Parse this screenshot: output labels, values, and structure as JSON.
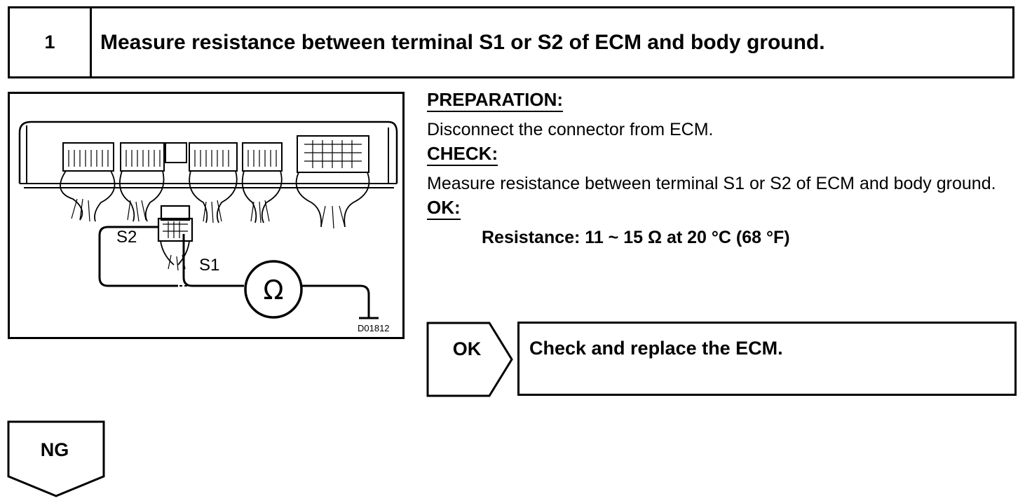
{
  "step": {
    "number": "1",
    "title": "Measure resistance between terminal S1 or S2 of ECM and body ground."
  },
  "figure": {
    "label_s2": "S2",
    "label_s1": "S1",
    "ohm_symbol": "Ω",
    "figure_code": "D01812",
    "meter_icon": "ohmmeter-icon",
    "ground_icon": "ground-symbol-icon"
  },
  "preparation": {
    "heading": "PREPARATION:",
    "text": "Disconnect the connector from ECM."
  },
  "check": {
    "heading": "CHECK:",
    "text": "Measure resistance between terminal S1 or S2 of ECM and body ground."
  },
  "ok": {
    "heading": "OK:",
    "spec": "Resistance: 11 ~ 15 Ω at 20 °C (68 °F)"
  },
  "flow": {
    "ok_label": "OK",
    "ok_action": "Check and replace the ECM.",
    "ng_label": "NG"
  }
}
